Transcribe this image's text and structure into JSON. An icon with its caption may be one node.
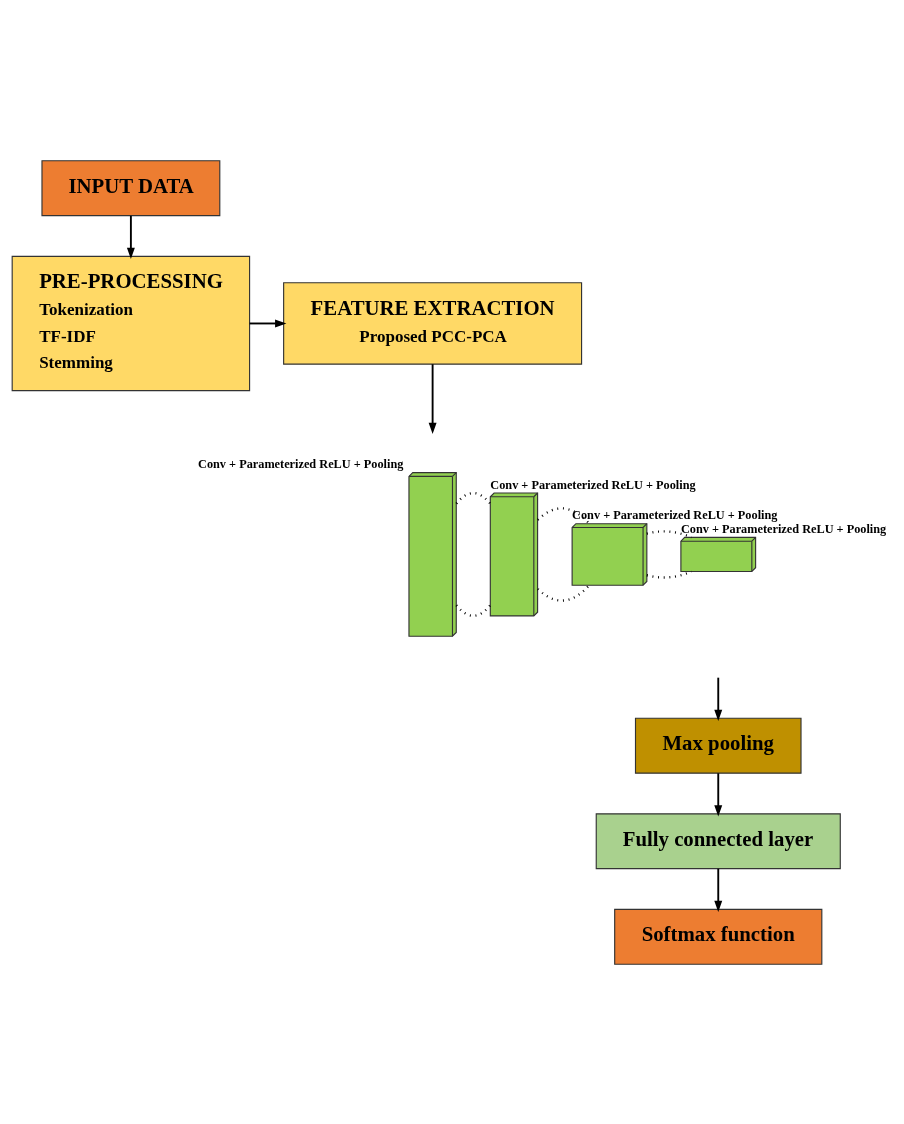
{
  "diagram": {
    "nodes": [
      {
        "text": [
          "INPUT DATA"
        ]
      },
      {
        "text": [
          "PRE-PROCESSING",
          "Tokenization",
          "TF-IDF",
          "Stemming"
        ]
      },
      {
        "text": [
          "FEATURE EXTRACTION",
          "Proposed PCC-PCA"
        ]
      },
      {
        "text": [],
        "shape": "box",
        "beside": [
          "Conv + Parameterized ReLU + Pooling"
        ]
      },
      {
        "text": [],
        "shape": "box",
        "beside": [
          "Conv + Parameterized ReLU + Pooling"
        ]
      },
      {
        "text": [],
        "shape": "box",
        "beside": [
          "Conv + Parameterized ReLU + Pooling"
        ]
      },
      {
        "text": [],
        "shape": "box",
        "beside": [
          "Conv + Parameterized ReLU + Pooling"
        ]
      },
      {
        "text": [
          "Max pooling"
        ]
      },
      {
        "text": [
          "Fully connected layer"
        ]
      },
      {
        "text": [
          "Softmax function"
        ]
      }
    ],
    "edges": [
      {
        "from": 0,
        "to": 1,
        "arrow": "to"
      },
      {
        "from": 1,
        "to": 2,
        "arrow": "to"
      },
      {
        "from": 2,
        "to": null,
        "arrow": "to"
      },
      {
        "from": 3,
        "to": 4,
        "arrow": "none",
        "style": "dashed"
      },
      {
        "from": 3,
        "to": 4,
        "arrow": "none",
        "style": "dashed"
      },
      {
        "from": 4,
        "to": 5,
        "arrow": "none",
        "style": "dashed"
      },
      {
        "from": 4,
        "to": 5,
        "arrow": "none",
        "style": "dashed"
      },
      {
        "from": 5,
        "to": 6,
        "arrow": "none",
        "style": "dashed"
      },
      {
        "from": 5,
        "to": 6,
        "arrow": "none",
        "style": "dashed"
      },
      {
        "from": null,
        "to": 7,
        "arrow": "to"
      },
      {
        "from": 7,
        "to": 8,
        "arrow": "to"
      },
      {
        "from": 8,
        "to": 9,
        "arrow": "to"
      }
    ]
  }
}
